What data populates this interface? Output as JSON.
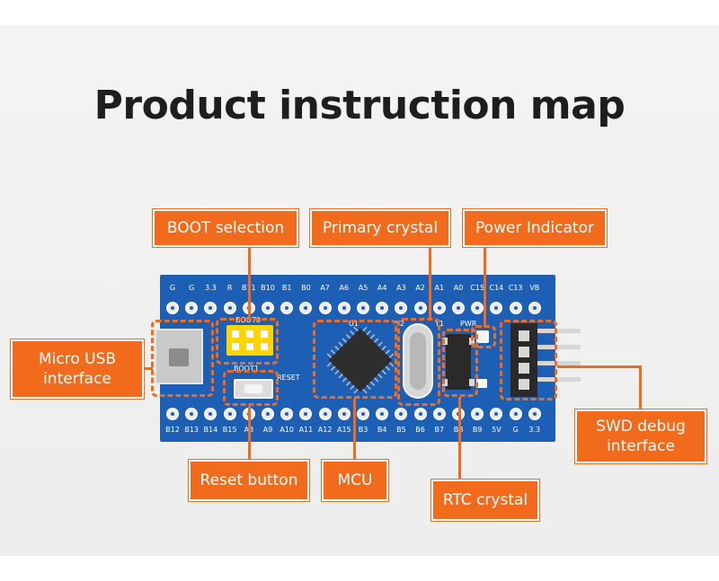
{
  "title": "Product instruction map",
  "callouts": {
    "boot": "BOOT selection",
    "primary_crystal": "Primary crystal",
    "power": "Power Indicator",
    "usb": "Micro USB interface",
    "reset": "Reset button",
    "mcu": "MCU",
    "rtc": "RTC crystal",
    "swd": "SWD debug interface"
  },
  "board": {
    "top_pins": [
      "G",
      "G",
      "3.3",
      "R",
      "B11",
      "B10",
      "B1",
      "B0",
      "A7",
      "A6",
      "A5",
      "A4",
      "A3",
      "A2",
      "A1",
      "A0",
      "C15",
      "C14",
      "C13",
      "VB"
    ],
    "bottom_pins": [
      "B12",
      "B13",
      "B14",
      "B15",
      "A8",
      "A9",
      "A10",
      "A11",
      "A12",
      "A15",
      "B3",
      "B4",
      "B5",
      "B6",
      "B7",
      "B8",
      "B9",
      "5V",
      "G",
      "3.3"
    ],
    "silkscreen": {
      "boot0": "BOOT0",
      "boot1": "BOOT1",
      "reset": "RESET",
      "u1": "U1",
      "y2": "Y2",
      "y1": "Y1",
      "pwr": "PWR"
    }
  },
  "colors": {
    "accent": "#f26b1d",
    "board": "#1d5fb4",
    "header_yellow": "#ffd400"
  }
}
